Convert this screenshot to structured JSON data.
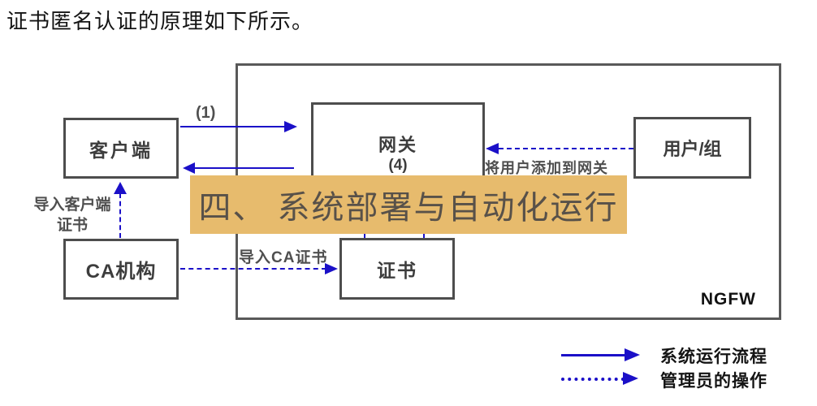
{
  "page": {
    "intro_text": "证书匿名认证的原理如下所示。"
  },
  "banner": {
    "title": "四、 系统部署与自动化运行",
    "bg_color": "#e7bb6d",
    "text_color": "#585149"
  },
  "diagram": {
    "outer_label": "NGFW",
    "nodes": {
      "client": "客户端",
      "gateway": "网关",
      "gateway_step": "(4)",
      "user_group": "用户/组",
      "ca": "CA机构",
      "cert": "证书"
    },
    "edges": {
      "step1_label": "(1)",
      "add_user_label": "将用户添加到网关",
      "import_client_cert_line1": "导入客户端",
      "import_client_cert_line2": "证书",
      "import_ca_cert_label": "导入CA证书"
    },
    "arrow_color": "#1b10c8",
    "box_border_color": "#4d4d4d"
  },
  "legend": {
    "items": [
      {
        "style": "solid",
        "label": "系统运行流程"
      },
      {
        "style": "dotted",
        "label": "管理员的操作"
      }
    ]
  }
}
